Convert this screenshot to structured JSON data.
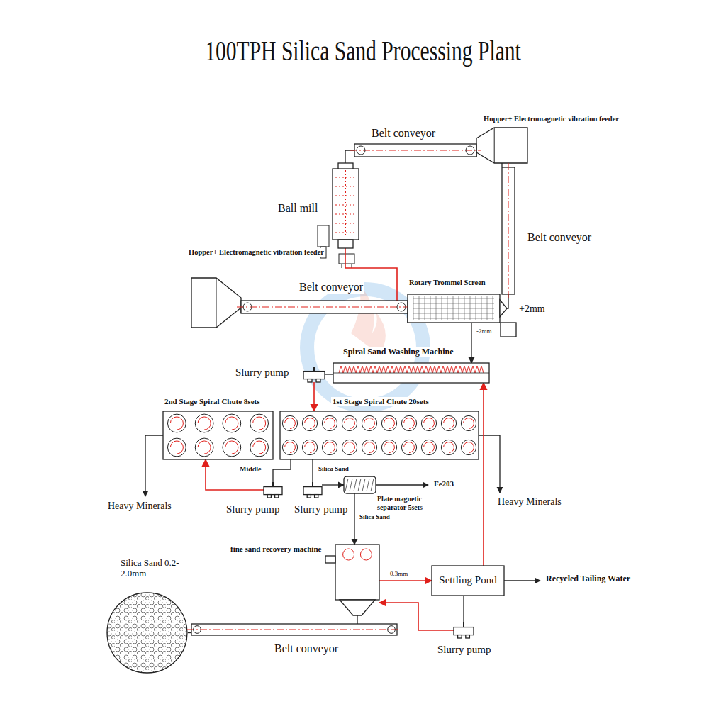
{
  "diagram": {
    "title": "100TPH Silica Sand Processing Plant",
    "nodes": [
      {
        "text": [
          "Hopper+ Electromagnetic vibration feeder"
        ]
      },
      {
        "text": [
          "Belt conveyor"
        ]
      },
      {
        "text": [
          "Ball mill"
        ]
      },
      {
        "text": [
          "Hopper+ Electromagnetic vibration feeder"
        ]
      },
      {
        "text": [
          "Belt conveyor"
        ]
      },
      {
        "text": [
          "Rotary Trommel Screen"
        ]
      },
      {
        "text": [
          "Belt conveyor"
        ]
      },
      {
        "text": [
          "Spiral Sand Washing Machine"
        ]
      },
      {
        "text": [
          "Slurry pump"
        ]
      },
      {
        "text": [
          "2nd Stage Spiral Chute 8sets"
        ]
      },
      {
        "text": [
          "1st Stage Spiral Chute 20sets"
        ]
      },
      {
        "text": [
          "Slurry pump"
        ]
      },
      {
        "text": [
          "Slurry pump"
        ]
      },
      {
        "text": [
          "Plate magnetic separator 5sets"
        ]
      },
      {
        "text": [
          "fine sand recovery machine"
        ]
      },
      {
        "text": [
          "Settling Pond"
        ]
      },
      {
        "text": [
          "Slurry pump"
        ]
      },
      {
        "text": [
          "Silica Sand 0.2-2.0mm"
        ]
      },
      {
        "text": [
          "Belt conveyor"
        ]
      }
    ],
    "edges": [
      {
        "from": 6,
        "to": 0,
        "arrow": "none"
      },
      {
        "from": 0,
        "to": 1,
        "arrow": "none"
      },
      {
        "from": 1,
        "to": 2,
        "arrow": "none"
      },
      {
        "from": 2,
        "to": 5,
        "arrow": "to"
      },
      {
        "from": 3,
        "to": 4,
        "arrow": "none"
      },
      {
        "from": 4,
        "to": 5,
        "arrow": "none"
      },
      {
        "from": 5,
        "to": 6,
        "arrow": "none"
      },
      {
        "from": 5,
        "to": 7,
        "arrow": "to"
      },
      {
        "from": 7,
        "to": 8,
        "arrow": "none"
      },
      {
        "from": 8,
        "to": 10,
        "arrow": "to"
      },
      {
        "from": 10,
        "to": 11,
        "arrow": "none"
      },
      {
        "from": 11,
        "to": 9,
        "arrow": "to"
      },
      {
        "from": 10,
        "to": 12,
        "arrow": "none"
      },
      {
        "from": 12,
        "to": 13,
        "arrow": "to"
      },
      {
        "from": 13,
        "to": 14,
        "arrow": "to"
      },
      {
        "from": 14,
        "to": 18,
        "arrow": "none"
      },
      {
        "from": 18,
        "to": 17,
        "arrow": "none"
      },
      {
        "from": 15,
        "to": 7,
        "arrow": "to"
      },
      {
        "from": 14,
        "to": 15,
        "arrow": "to"
      },
      {
        "from": 15,
        "to": 16,
        "arrow": "none"
      },
      {
        "from": 16,
        "to": 14,
        "arrow": "to"
      }
    ],
    "labels": [
      "+2mm",
      "-2mm",
      "Middle",
      "Silica Sand",
      "Silica Sand",
      "Fe203",
      "Heavy Minerals",
      "Heavy Minerals",
      "-0.3mm",
      "Recycled Tailing Water"
    ]
  }
}
